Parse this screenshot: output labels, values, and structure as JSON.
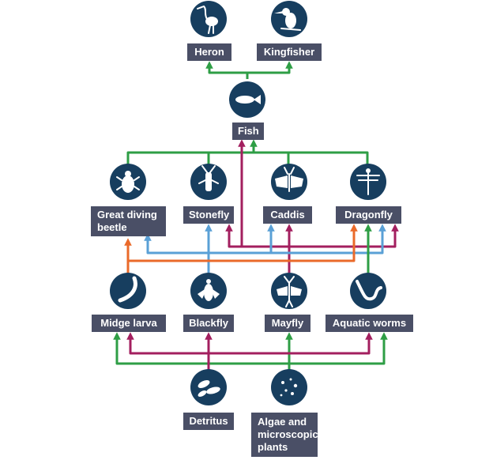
{
  "title": "",
  "colors": {
    "node": "#173e5f",
    "label_bg": "#4a4f66",
    "green": "#2e9e45",
    "magenta": "#a31f5f",
    "blue": "#5aa0d6",
    "orange": "#ea6a2a"
  },
  "nodes": {
    "heron": {
      "label": "Heron",
      "icon": "heron-icon"
    },
    "kingfisher": {
      "label": "Kingfisher",
      "icon": "kingfisher-icon"
    },
    "fish": {
      "label": "Fish",
      "icon": "fish-icon"
    },
    "beetle": {
      "label": "Great diving\nbeetle",
      "icon": "beetle-icon"
    },
    "stonefly": {
      "label": "Stonefly",
      "icon": "stonefly-icon"
    },
    "caddis": {
      "label": "Caddis",
      "icon": "caddis-icon"
    },
    "dragonfly": {
      "label": "Dragonfly",
      "icon": "dragonfly-icon"
    },
    "midge": {
      "label": "Midge larva",
      "icon": "midge-larva-icon"
    },
    "blackfly": {
      "label": "Blackfly",
      "icon": "blackfly-icon"
    },
    "mayfly": {
      "label": "Mayfly",
      "icon": "mayfly-icon"
    },
    "worms": {
      "label": "Aquatic worms",
      "icon": "worm-icon"
    },
    "detritus": {
      "label": "Detritus",
      "icon": "detritus-icon"
    },
    "algae": {
      "label": "Algae and\nmicroscopic\nplants",
      "icon": "algae-icon"
    }
  }
}
